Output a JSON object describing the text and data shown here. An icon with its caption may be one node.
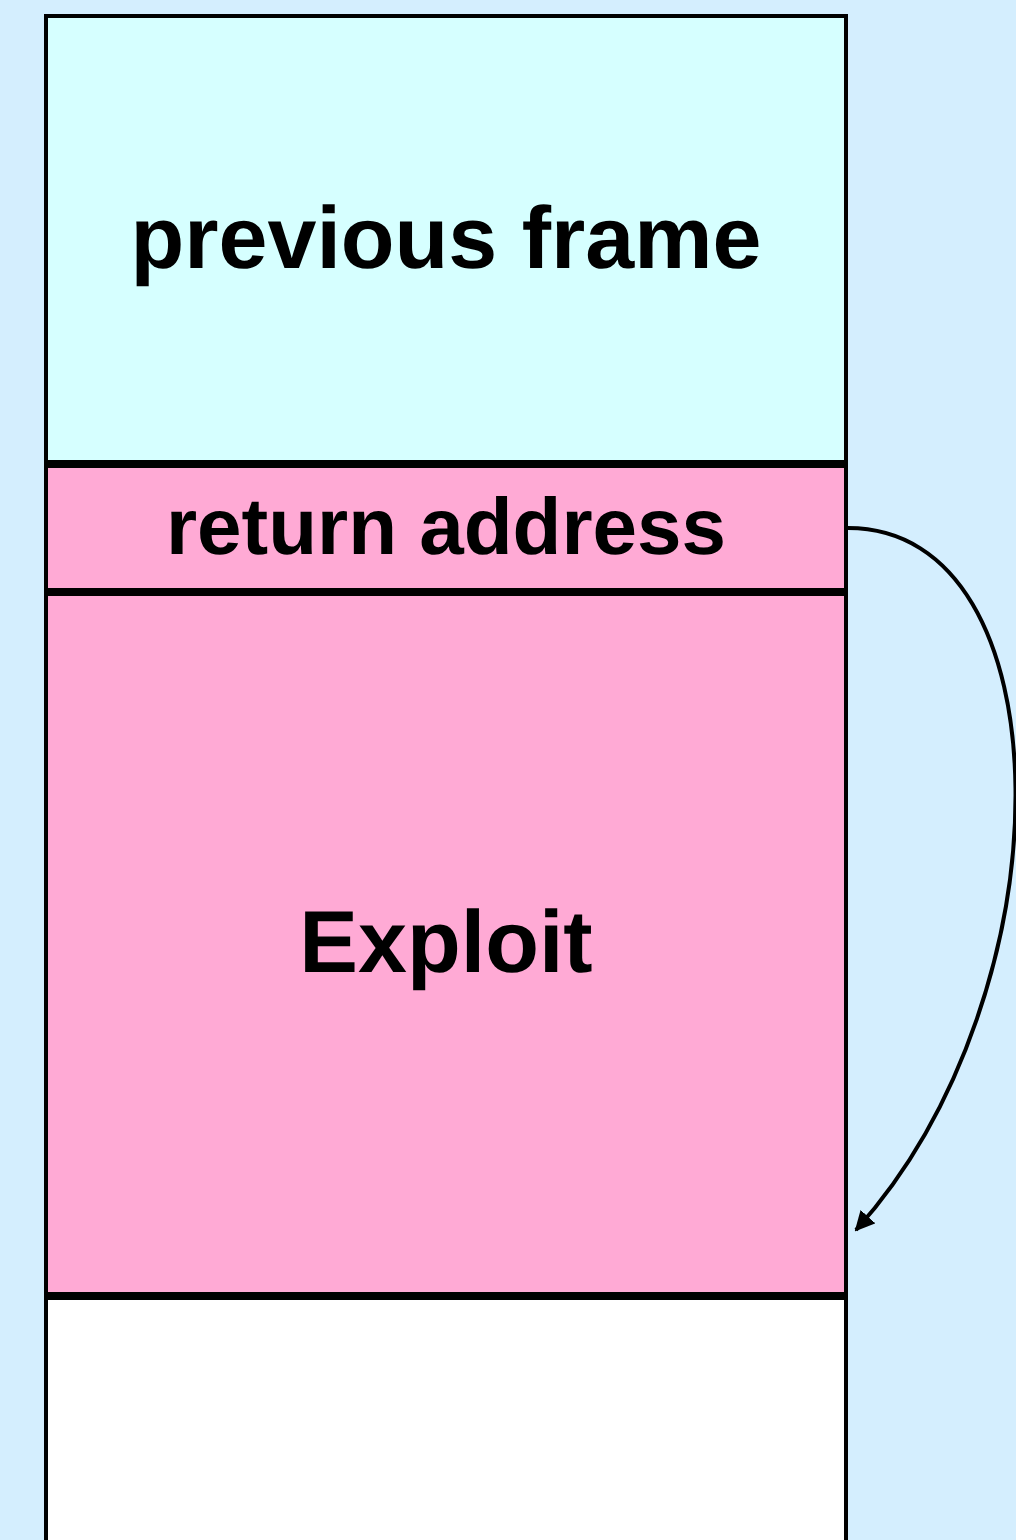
{
  "diagram": {
    "nodes": [
      {
        "text": [
          "previous frame"
        ]
      },
      {
        "text": [
          "return address"
        ]
      },
      {
        "text": [
          "Exploit"
        ]
      },
      {
        "text": [],
        "shape": "box"
      }
    ],
    "edges": [
      {
        "from": 1,
        "to": 2,
        "arrow": "to"
      }
    ]
  }
}
